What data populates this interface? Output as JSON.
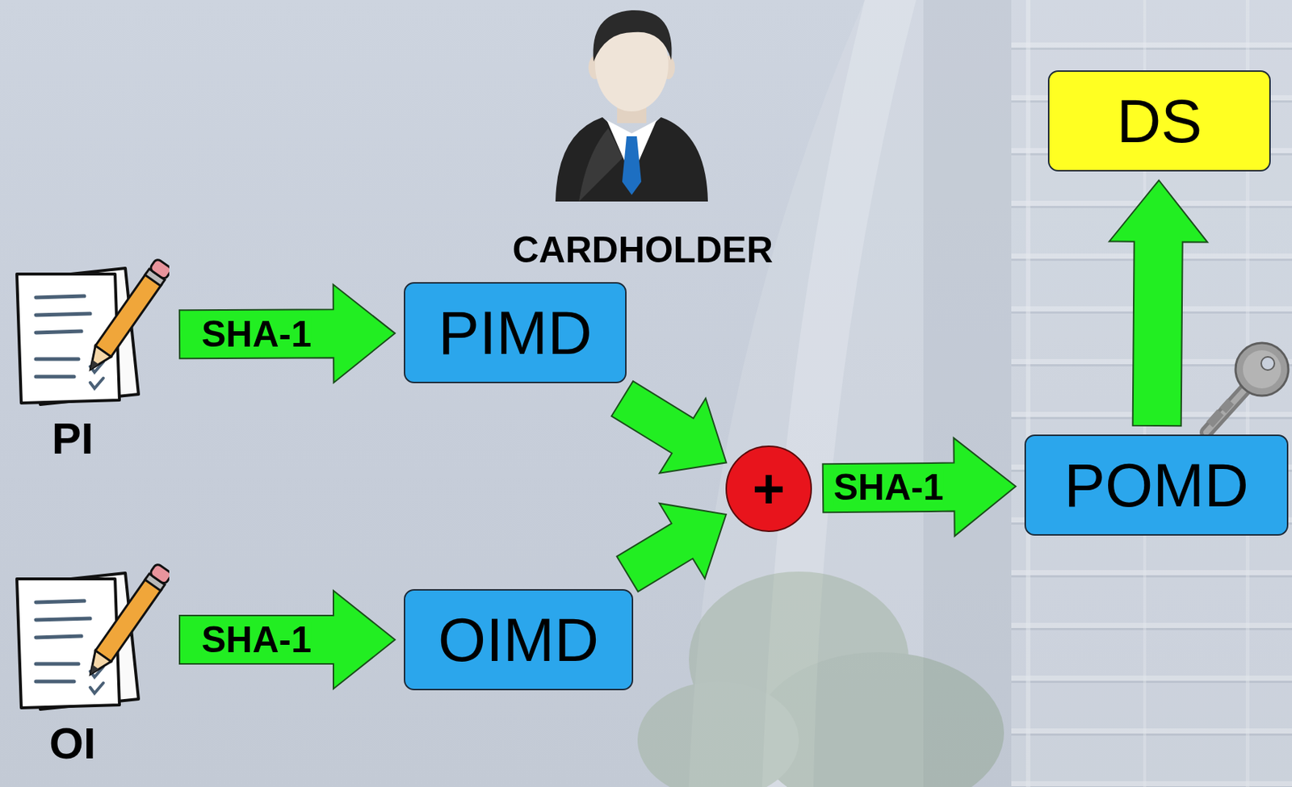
{
  "diagram": {
    "nodes": [
      {
        "text": [
          "PI"
        ]
      },
      {
        "text": [
          "PIMD"
        ]
      },
      {
        "text": [
          "OI"
        ]
      },
      {
        "text": [
          "OIMD"
        ]
      },
      {
        "text": [
          "+"
        ]
      },
      {
        "text": [
          "POMD"
        ]
      },
      {
        "text": [
          "DS"
        ]
      }
    ],
    "edges": [
      {
        "from": 0,
        "to": 1,
        "arrow": "to",
        "label": "SHA-1"
      },
      {
        "from": 2,
        "to": 3,
        "arrow": "to",
        "label": "SHA-1"
      },
      {
        "from": 1,
        "to": 4,
        "arrow": "to"
      },
      {
        "from": 3,
        "to": 4,
        "arrow": "to"
      },
      {
        "from": 4,
        "to": 5,
        "arrow": "to",
        "label": "SHA-1"
      },
      {
        "from": 5,
        "to": 6,
        "arrow": "to"
      }
    ],
    "labels": [
      "CARDHOLDER"
    ]
  }
}
